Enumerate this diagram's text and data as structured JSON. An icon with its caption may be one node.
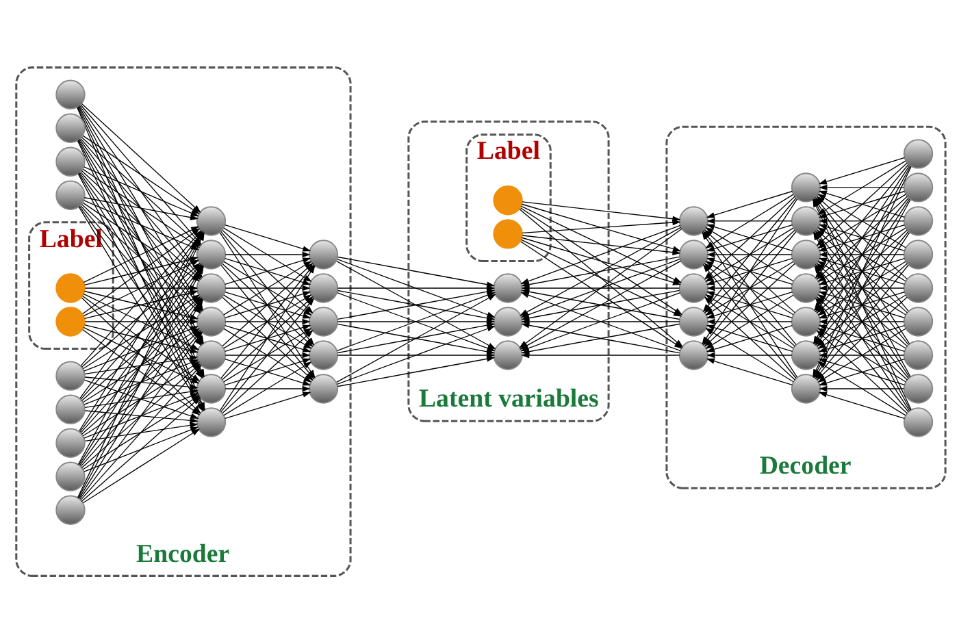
{
  "diagram": {
    "nodes": [
      {
        "text": [
          "Encoder"
        ]
      },
      {
        "text": [
          "Label"
        ],
        "in": 0
      },
      {
        "text": [],
        "shape": "circle",
        "in": 1
      },
      {
        "text": [],
        "shape": "circle",
        "in": 1
      },
      {
        "text": [],
        "shape": "circle",
        "in": 0
      },
      {
        "text": [],
        "shape": "circle",
        "in": 0
      },
      {
        "text": [],
        "shape": "circle",
        "in": 0
      },
      {
        "text": [],
        "shape": "circle",
        "in": 0
      },
      {
        "text": [],
        "shape": "circle",
        "in": 0
      },
      {
        "text": [],
        "shape": "circle",
        "in": 0
      },
      {
        "text": [],
        "shape": "circle",
        "in": 0
      },
      {
        "text": [],
        "shape": "circle",
        "in": 0
      },
      {
        "text": [],
        "shape": "circle",
        "in": 0
      },
      {
        "text": [],
        "shape": "circle",
        "in": 0
      },
      {
        "text": [],
        "shape": "circle",
        "in": 0
      },
      {
        "text": [],
        "shape": "circle",
        "in": 0
      },
      {
        "text": [],
        "shape": "circle",
        "in": 0
      },
      {
        "text": [],
        "shape": "circle",
        "in": 0
      },
      {
        "text": [],
        "shape": "circle",
        "in": 0
      },
      {
        "text": [],
        "shape": "circle",
        "in": 0
      },
      {
        "text": [],
        "shape": "circle",
        "in": 0
      },
      {
        "text": [],
        "shape": "circle",
        "in": 0
      },
      {
        "text": [],
        "shape": "circle",
        "in": 0
      },
      {
        "text": [],
        "shape": "circle",
        "in": 0
      },
      {
        "text": [],
        "shape": "circle",
        "in": 0
      },
      {
        "text": [
          "Latent variables"
        ]
      },
      {
        "text": [
          "Label"
        ],
        "in": 25
      },
      {
        "text": [],
        "shape": "circle",
        "in": 26
      },
      {
        "text": [],
        "shape": "circle",
        "in": 26
      },
      {
        "text": [],
        "shape": "circle",
        "in": 25
      },
      {
        "text": [],
        "shape": "circle",
        "in": 25
      },
      {
        "text": [],
        "shape": "circle",
        "in": 25
      },
      {
        "text": [
          "Decoder"
        ]
      },
      {
        "text": [],
        "shape": "circle",
        "in": 32
      },
      {
        "text": [],
        "shape": "circle",
        "in": 32
      },
      {
        "text": [],
        "shape": "circle",
        "in": 32
      },
      {
        "text": [],
        "shape": "circle",
        "in": 32
      },
      {
        "text": [],
        "shape": "circle",
        "in": 32
      },
      {
        "text": [],
        "shape": "circle",
        "in": 32
      },
      {
        "text": [],
        "shape": "circle",
        "in": 32
      },
      {
        "text": [],
        "shape": "circle",
        "in": 32
      },
      {
        "text": [],
        "shape": "circle",
        "in": 32
      },
      {
        "text": [],
        "shape": "circle",
        "in": 32
      },
      {
        "text": [],
        "shape": "circle",
        "in": 32
      },
      {
        "text": [],
        "shape": "circle",
        "in": 32
      },
      {
        "text": [],
        "shape": "circle",
        "in": 32
      },
      {
        "text": [],
        "shape": "circle",
        "in": 32
      },
      {
        "text": [],
        "shape": "circle",
        "in": 32
      },
      {
        "text": [],
        "shape": "circle",
        "in": 32
      },
      {
        "text": [],
        "shape": "circle",
        "in": 32
      },
      {
        "text": [],
        "shape": "circle",
        "in": 32
      },
      {
        "text": [],
        "shape": "circle",
        "in": 32
      },
      {
        "text": [],
        "shape": "circle",
        "in": 32
      },
      {
        "text": [],
        "shape": "circle",
        "in": 32
      }
    ],
    "edges": [
      {
        "from": 2,
        "to": 13,
        "arrow": "to"
      },
      {
        "from": 2,
        "to": 14,
        "arrow": "to"
      },
      {
        "from": 2,
        "to": 15,
        "arrow": "to"
      },
      {
        "from": 2,
        "to": 16,
        "arrow": "to"
      },
      {
        "from": 2,
        "to": 17,
        "arrow": "to"
      },
      {
        "from": 2,
        "to": 18,
        "arrow": "to"
      },
      {
        "from": 2,
        "to": 19,
        "arrow": "to"
      },
      {
        "from": 3,
        "to": 13,
        "arrow": "to"
      },
      {
        "from": 3,
        "to": 14,
        "arrow": "to"
      },
      {
        "from": 3,
        "to": 15,
        "arrow": "to"
      },
      {
        "from": 3,
        "to": 16,
        "arrow": "to"
      },
      {
        "from": 3,
        "to": 17,
        "arrow": "to"
      },
      {
        "from": 3,
        "to": 18,
        "arrow": "to"
      },
      {
        "from": 3,
        "to": 19,
        "arrow": "to"
      },
      {
        "from": 4,
        "to": 13,
        "arrow": "to"
      },
      {
        "from": 4,
        "to": 14,
        "arrow": "to"
      },
      {
        "from": 4,
        "to": 15,
        "arrow": "to"
      },
      {
        "from": 4,
        "to": 16,
        "arrow": "to"
      },
      {
        "from": 4,
        "to": 17,
        "arrow": "to"
      },
      {
        "from": 4,
        "to": 18,
        "arrow": "to"
      },
      {
        "from": 4,
        "to": 19,
        "arrow": "to"
      },
      {
        "from": 5,
        "to": 13,
        "arrow": "to"
      },
      {
        "from": 5,
        "to": 14,
        "arrow": "to"
      },
      {
        "from": 5,
        "to": 15,
        "arrow": "to"
      },
      {
        "from": 5,
        "to": 16,
        "arrow": "to"
      },
      {
        "from": 5,
        "to": 17,
        "arrow": "to"
      },
      {
        "from": 5,
        "to": 18,
        "arrow": "to"
      },
      {
        "from": 5,
        "to": 19,
        "arrow": "to"
      },
      {
        "from": 6,
        "to": 13,
        "arrow": "to"
      },
      {
        "from": 6,
        "to": 14,
        "arrow": "to"
      },
      {
        "from": 6,
        "to": 15,
        "arrow": "to"
      },
      {
        "from": 6,
        "to": 16,
        "arrow": "to"
      },
      {
        "from": 6,
        "to": 17,
        "arrow": "to"
      },
      {
        "from": 6,
        "to": 18,
        "arrow": "to"
      },
      {
        "from": 6,
        "to": 19,
        "arrow": "to"
      },
      {
        "from": 7,
        "to": 13,
        "arrow": "to"
      },
      {
        "from": 7,
        "to": 14,
        "arrow": "to"
      },
      {
        "from": 7,
        "to": 15,
        "arrow": "to"
      },
      {
        "from": 7,
        "to": 16,
        "arrow": "to"
      },
      {
        "from": 7,
        "to": 17,
        "arrow": "to"
      },
      {
        "from": 7,
        "to": 18,
        "arrow": "to"
      },
      {
        "from": 7,
        "to": 19,
        "arrow": "to"
      },
      {
        "from": 8,
        "to": 13,
        "arrow": "to"
      },
      {
        "from": 8,
        "to": 14,
        "arrow": "to"
      },
      {
        "from": 8,
        "to": 15,
        "arrow": "to"
      },
      {
        "from": 8,
        "to": 16,
        "arrow": "to"
      },
      {
        "from": 8,
        "to": 17,
        "arrow": "to"
      },
      {
        "from": 8,
        "to": 18,
        "arrow": "to"
      },
      {
        "from": 8,
        "to": 19,
        "arrow": "to"
      },
      {
        "from": 9,
        "to": 13,
        "arrow": "to"
      },
      {
        "from": 9,
        "to": 14,
        "arrow": "to"
      },
      {
        "from": 9,
        "to": 15,
        "arrow": "to"
      },
      {
        "from": 9,
        "to": 16,
        "arrow": "to"
      },
      {
        "from": 9,
        "to": 17,
        "arrow": "to"
      },
      {
        "from": 9,
        "to": 18,
        "arrow": "to"
      },
      {
        "from": 9,
        "to": 19,
        "arrow": "to"
      },
      {
        "from": 10,
        "to": 13,
        "arrow": "to"
      },
      {
        "from": 10,
        "to": 14,
        "arrow": "to"
      },
      {
        "from": 10,
        "to": 15,
        "arrow": "to"
      },
      {
        "from": 10,
        "to": 16,
        "arrow": "to"
      },
      {
        "from": 10,
        "to": 17,
        "arrow": "to"
      },
      {
        "from": 10,
        "to": 18,
        "arrow": "to"
      },
      {
        "from": 10,
        "to": 19,
        "arrow": "to"
      },
      {
        "from": 11,
        "to": 13,
        "arrow": "to"
      },
      {
        "from": 11,
        "to": 14,
        "arrow": "to"
      },
      {
        "from": 11,
        "to": 15,
        "arrow": "to"
      },
      {
        "from": 11,
        "to": 16,
        "arrow": "to"
      },
      {
        "from": 11,
        "to": 17,
        "arrow": "to"
      },
      {
        "from": 11,
        "to": 18,
        "arrow": "to"
      },
      {
        "from": 11,
        "to": 19,
        "arrow": "to"
      },
      {
        "from": 12,
        "to": 13,
        "arrow": "to"
      },
      {
        "from": 12,
        "to": 14,
        "arrow": "to"
      },
      {
        "from": 12,
        "to": 15,
        "arrow": "to"
      },
      {
        "from": 12,
        "to": 16,
        "arrow": "to"
      },
      {
        "from": 12,
        "to": 17,
        "arrow": "to"
      },
      {
        "from": 12,
        "to": 18,
        "arrow": "to"
      },
      {
        "from": 12,
        "to": 19,
        "arrow": "to"
      },
      {
        "from": 13,
        "to": 20,
        "arrow": "to"
      },
      {
        "from": 13,
        "to": 21,
        "arrow": "to"
      },
      {
        "from": 13,
        "to": 22,
        "arrow": "to"
      },
      {
        "from": 13,
        "to": 23,
        "arrow": "to"
      },
      {
        "from": 13,
        "to": 24,
        "arrow": "to"
      },
      {
        "from": 14,
        "to": 20,
        "arrow": "to"
      },
      {
        "from": 14,
        "to": 21,
        "arrow": "to"
      },
      {
        "from": 14,
        "to": 22,
        "arrow": "to"
      },
      {
        "from": 14,
        "to": 23,
        "arrow": "to"
      },
      {
        "from": 14,
        "to": 24,
        "arrow": "to"
      },
      {
        "from": 15,
        "to": 20,
        "arrow": "to"
      },
      {
        "from": 15,
        "to": 21,
        "arrow": "to"
      },
      {
        "from": 15,
        "to": 22,
        "arrow": "to"
      },
      {
        "from": 15,
        "to": 23,
        "arrow": "to"
      },
      {
        "from": 15,
        "to": 24,
        "arrow": "to"
      },
      {
        "from": 16,
        "to": 20,
        "arrow": "to"
      },
      {
        "from": 16,
        "to": 21,
        "arrow": "to"
      },
      {
        "from": 16,
        "to": 22,
        "arrow": "to"
      },
      {
        "from": 16,
        "to": 23,
        "arrow": "to"
      },
      {
        "from": 16,
        "to": 24,
        "arrow": "to"
      },
      {
        "from": 17,
        "to": 20,
        "arrow": "to"
      },
      {
        "from": 17,
        "to": 21,
        "arrow": "to"
      },
      {
        "from": 17,
        "to": 22,
        "arrow": "to"
      },
      {
        "from": 17,
        "to": 23,
        "arrow": "to"
      },
      {
        "from": 17,
        "to": 24,
        "arrow": "to"
      },
      {
        "from": 18,
        "to": 20,
        "arrow": "to"
      },
      {
        "from": 18,
        "to": 21,
        "arrow": "to"
      },
      {
        "from": 18,
        "to": 22,
        "arrow": "to"
      },
      {
        "from": 18,
        "to": 23,
        "arrow": "to"
      },
      {
        "from": 18,
        "to": 24,
        "arrow": "to"
      },
      {
        "from": 19,
        "to": 20,
        "arrow": "to"
      },
      {
        "from": 19,
        "to": 21,
        "arrow": "to"
      },
      {
        "from": 19,
        "to": 22,
        "arrow": "to"
      },
      {
        "from": 19,
        "to": 23,
        "arrow": "to"
      },
      {
        "from": 19,
        "to": 24,
        "arrow": "to"
      },
      {
        "from": 20,
        "to": 29,
        "arrow": "to"
      },
      {
        "from": 20,
        "to": 30,
        "arrow": "to"
      },
      {
        "from": 20,
        "to": 31,
        "arrow": "to"
      },
      {
        "from": 21,
        "to": 29,
        "arrow": "to"
      },
      {
        "from": 21,
        "to": 30,
        "arrow": "to"
      },
      {
        "from": 21,
        "to": 31,
        "arrow": "to"
      },
      {
        "from": 22,
        "to": 29,
        "arrow": "to"
      },
      {
        "from": 22,
        "to": 30,
        "arrow": "to"
      },
      {
        "from": 22,
        "to": 31,
        "arrow": "to"
      },
      {
        "from": 23,
        "to": 29,
        "arrow": "to"
      },
      {
        "from": 23,
        "to": 30,
        "arrow": "to"
      },
      {
        "from": 23,
        "to": 31,
        "arrow": "to"
      },
      {
        "from": 24,
        "to": 29,
        "arrow": "to"
      },
      {
        "from": 24,
        "to": 30,
        "arrow": "to"
      },
      {
        "from": 24,
        "to": 31,
        "arrow": "to"
      },
      {
        "from": 27,
        "to": 33,
        "arrow": "to"
      },
      {
        "from": 27,
        "to": 34,
        "arrow": "to"
      },
      {
        "from": 27,
        "to": 35,
        "arrow": "to"
      },
      {
        "from": 27,
        "to": 36,
        "arrow": "to"
      },
      {
        "from": 27,
        "to": 37,
        "arrow": "to"
      },
      {
        "from": 28,
        "to": 33,
        "arrow": "to"
      },
      {
        "from": 28,
        "to": 34,
        "arrow": "to"
      },
      {
        "from": 28,
        "to": 35,
        "arrow": "to"
      },
      {
        "from": 28,
        "to": 36,
        "arrow": "to"
      },
      {
        "from": 28,
        "to": 37,
        "arrow": "to"
      },
      {
        "from": 33,
        "to": 29,
        "arrow": "to"
      },
      {
        "from": 33,
        "to": 30,
        "arrow": "to"
      },
      {
        "from": 33,
        "to": 31,
        "arrow": "to"
      },
      {
        "from": 34,
        "to": 29,
        "arrow": "to"
      },
      {
        "from": 34,
        "to": 30,
        "arrow": "to"
      },
      {
        "from": 34,
        "to": 31,
        "arrow": "to"
      },
      {
        "from": 35,
        "to": 29,
        "arrow": "to"
      },
      {
        "from": 35,
        "to": 30,
        "arrow": "to"
      },
      {
        "from": 35,
        "to": 31,
        "arrow": "to"
      },
      {
        "from": 36,
        "to": 29,
        "arrow": "to"
      },
      {
        "from": 36,
        "to": 30,
        "arrow": "to"
      },
      {
        "from": 36,
        "to": 31,
        "arrow": "to"
      },
      {
        "from": 37,
        "to": 29,
        "arrow": "to"
      },
      {
        "from": 37,
        "to": 30,
        "arrow": "to"
      },
      {
        "from": 37,
        "to": 31,
        "arrow": "to"
      },
      {
        "from": 38,
        "to": 33,
        "arrow": "to"
      },
      {
        "from": 38,
        "to": 34,
        "arrow": "to"
      },
      {
        "from": 38,
        "to": 35,
        "arrow": "to"
      },
      {
        "from": 38,
        "to": 36,
        "arrow": "to"
      },
      {
        "from": 38,
        "to": 37,
        "arrow": "to"
      },
      {
        "from": 39,
        "to": 33,
        "arrow": "to"
      },
      {
        "from": 39,
        "to": 34,
        "arrow": "to"
      },
      {
        "from": 39,
        "to": 35,
        "arrow": "to"
      },
      {
        "from": 39,
        "to": 36,
        "arrow": "to"
      },
      {
        "from": 39,
        "to": 37,
        "arrow": "to"
      },
      {
        "from": 40,
        "to": 33,
        "arrow": "to"
      },
      {
        "from": 40,
        "to": 34,
        "arrow": "to"
      },
      {
        "from": 40,
        "to": 35,
        "arrow": "to"
      },
      {
        "from": 40,
        "to": 36,
        "arrow": "to"
      },
      {
        "from": 40,
        "to": 37,
        "arrow": "to"
      },
      {
        "from": 41,
        "to": 33,
        "arrow": "to"
      },
      {
        "from": 41,
        "to": 34,
        "arrow": "to"
      },
      {
        "from": 41,
        "to": 35,
        "arrow": "to"
      },
      {
        "from": 41,
        "to": 36,
        "arrow": "to"
      },
      {
        "from": 41,
        "to": 37,
        "arrow": "to"
      },
      {
        "from": 42,
        "to": 33,
        "arrow": "to"
      },
      {
        "from": 42,
        "to": 34,
        "arrow": "to"
      },
      {
        "from": 42,
        "to": 35,
        "arrow": "to"
      },
      {
        "from": 42,
        "to": 36,
        "arrow": "to"
      },
      {
        "from": 42,
        "to": 37,
        "arrow": "to"
      },
      {
        "from": 43,
        "to": 33,
        "arrow": "to"
      },
      {
        "from": 43,
        "to": 34,
        "arrow": "to"
      },
      {
        "from": 43,
        "to": 35,
        "arrow": "to"
      },
      {
        "from": 43,
        "to": 36,
        "arrow": "to"
      },
      {
        "from": 43,
        "to": 37,
        "arrow": "to"
      },
      {
        "from": 44,
        "to": 33,
        "arrow": "to"
      },
      {
        "from": 44,
        "to": 34,
        "arrow": "to"
      },
      {
        "from": 44,
        "to": 35,
        "arrow": "to"
      },
      {
        "from": 44,
        "to": 36,
        "arrow": "to"
      },
      {
        "from": 44,
        "to": 37,
        "arrow": "to"
      },
      {
        "from": 45,
        "to": 38,
        "arrow": "to"
      },
      {
        "from": 45,
        "to": 39,
        "arrow": "to"
      },
      {
        "from": 45,
        "to": 40,
        "arrow": "to"
      },
      {
        "from": 45,
        "to": 41,
        "arrow": "to"
      },
      {
        "from": 45,
        "to": 42,
        "arrow": "to"
      },
      {
        "from": 45,
        "to": 43,
        "arrow": "to"
      },
      {
        "from": 45,
        "to": 44,
        "arrow": "to"
      },
      {
        "from": 46,
        "to": 38,
        "arrow": "to"
      },
      {
        "from": 46,
        "to": 39,
        "arrow": "to"
      },
      {
        "from": 46,
        "to": 40,
        "arrow": "to"
      },
      {
        "from": 46,
        "to": 41,
        "arrow": "to"
      },
      {
        "from": 46,
        "to": 42,
        "arrow": "to"
      },
      {
        "from": 46,
        "to": 43,
        "arrow": "to"
      },
      {
        "from": 46,
        "to": 44,
        "arrow": "to"
      },
      {
        "from": 47,
        "to": 38,
        "arrow": "to"
      },
      {
        "from": 47,
        "to": 39,
        "arrow": "to"
      },
      {
        "from": 47,
        "to": 40,
        "arrow": "to"
      },
      {
        "from": 47,
        "to": 41,
        "arrow": "to"
      },
      {
        "from": 47,
        "to": 42,
        "arrow": "to"
      },
      {
        "from": 47,
        "to": 43,
        "arrow": "to"
      },
      {
        "from": 47,
        "to": 44,
        "arrow": "to"
      },
      {
        "from": 48,
        "to": 38,
        "arrow": "to"
      },
      {
        "from": 48,
        "to": 39,
        "arrow": "to"
      },
      {
        "from": 48,
        "to": 40,
        "arrow": "to"
      },
      {
        "from": 48,
        "to": 41,
        "arrow": "to"
      },
      {
        "from": 48,
        "to": 42,
        "arrow": "to"
      },
      {
        "from": 48,
        "to": 43,
        "arrow": "to"
      },
      {
        "from": 48,
        "to": 44,
        "arrow": "to"
      },
      {
        "from": 49,
        "to": 38,
        "arrow": "to"
      },
      {
        "from": 49,
        "to": 39,
        "arrow": "to"
      },
      {
        "from": 49,
        "to": 40,
        "arrow": "to"
      },
      {
        "from": 49,
        "to": 41,
        "arrow": "to"
      },
      {
        "from": 49,
        "to": 42,
        "arrow": "to"
      },
      {
        "from": 49,
        "to": 43,
        "arrow": "to"
      },
      {
        "from": 49,
        "to": 44,
        "arrow": "to"
      },
      {
        "from": 50,
        "to": 38,
        "arrow": "to"
      },
      {
        "from": 50,
        "to": 39,
        "arrow": "to"
      },
      {
        "from": 50,
        "to": 40,
        "arrow": "to"
      },
      {
        "from": 50,
        "to": 41,
        "arrow": "to"
      },
      {
        "from": 50,
        "to": 42,
        "arrow": "to"
      },
      {
        "from": 50,
        "to": 43,
        "arrow": "to"
      },
      {
        "from": 50,
        "to": 44,
        "arrow": "to"
      },
      {
        "from": 51,
        "to": 38,
        "arrow": "to"
      },
      {
        "from": 51,
        "to": 39,
        "arrow": "to"
      },
      {
        "from": 51,
        "to": 40,
        "arrow": "to"
      },
      {
        "from": 51,
        "to": 41,
        "arrow": "to"
      },
      {
        "from": 51,
        "to": 42,
        "arrow": "to"
      },
      {
        "from": 51,
        "to": 43,
        "arrow": "to"
      },
      {
        "from": 51,
        "to": 44,
        "arrow": "to"
      },
      {
        "from": 52,
        "to": 38,
        "arrow": "to"
      },
      {
        "from": 52,
        "to": 39,
        "arrow": "to"
      },
      {
        "from": 52,
        "to": 40,
        "arrow": "to"
      },
      {
        "from": 52,
        "to": 41,
        "arrow": "to"
      },
      {
        "from": 52,
        "to": 42,
        "arrow": "to"
      },
      {
        "from": 52,
        "to": 43,
        "arrow": "to"
      },
      {
        "from": 52,
        "to": 44,
        "arrow": "to"
      },
      {
        "from": 53,
        "to": 38,
        "arrow": "to"
      },
      {
        "from": 53,
        "to": 39,
        "arrow": "to"
      },
      {
        "from": 53,
        "to": 40,
        "arrow": "to"
      },
      {
        "from": 53,
        "to": 41,
        "arrow": "to"
      },
      {
        "from": 53,
        "to": 42,
        "arrow": "to"
      },
      {
        "from": 53,
        "to": 43,
        "arrow": "to"
      },
      {
        "from": 53,
        "to": 44,
        "arrow": "to"
      }
    ]
  }
}
